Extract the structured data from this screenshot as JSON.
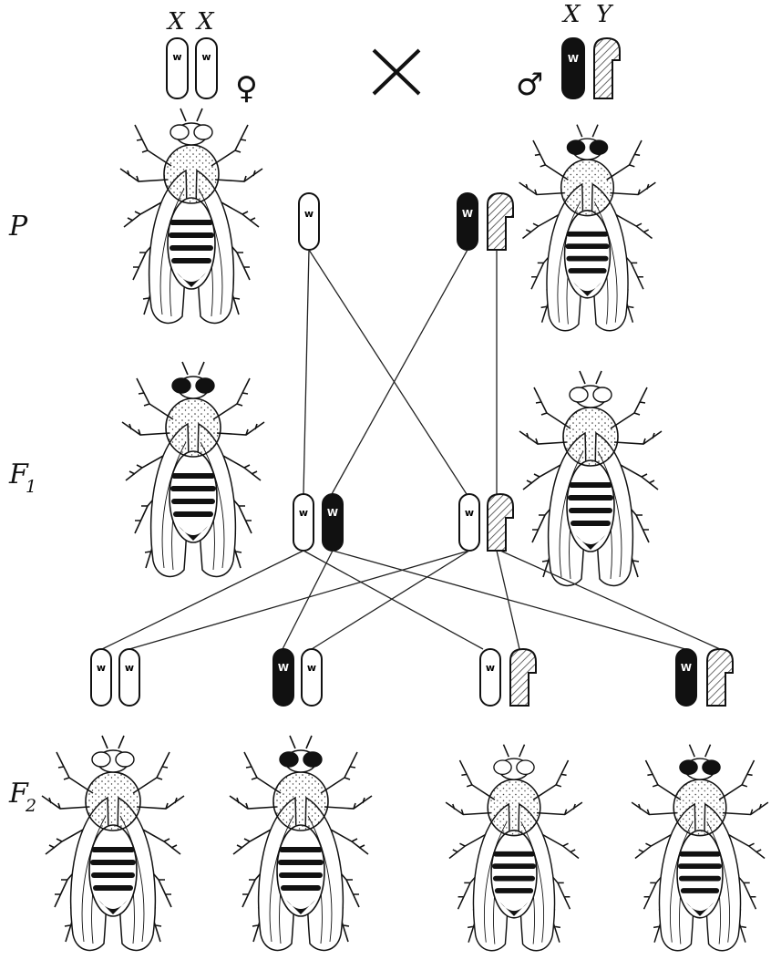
{
  "labels": {
    "x_chrom": "X",
    "y_chrom": "Y",
    "female_symbol": "♀",
    "male_symbol": "♂",
    "cross_symbol": "×",
    "allele_recessive": "w",
    "allele_dominant": "W"
  },
  "generations": {
    "p": {
      "label": "P"
    },
    "f1": {
      "label": "F",
      "sub": "1"
    },
    "f2": {
      "label": "F",
      "sub": "2"
    }
  },
  "colors": {
    "ink": "#111111",
    "paper": "#ffffff",
    "dominant_fill": "#111111",
    "y_hatch": "#444444"
  },
  "flies": [
    {
      "id": "p-female",
      "eye": "white",
      "sex": "female"
    },
    {
      "id": "p-male",
      "eye": "red",
      "sex": "male"
    },
    {
      "id": "f1-female",
      "eye": "red",
      "sex": "female"
    },
    {
      "id": "f1-male",
      "eye": "white",
      "sex": "male"
    },
    {
      "id": "f2-1",
      "eye": "white",
      "sex": "female"
    },
    {
      "id": "f2-2",
      "eye": "red",
      "sex": "female"
    },
    {
      "id": "f2-3",
      "eye": "white",
      "sex": "male"
    },
    {
      "id": "f2-4",
      "eye": "red",
      "sex": "male"
    }
  ]
}
